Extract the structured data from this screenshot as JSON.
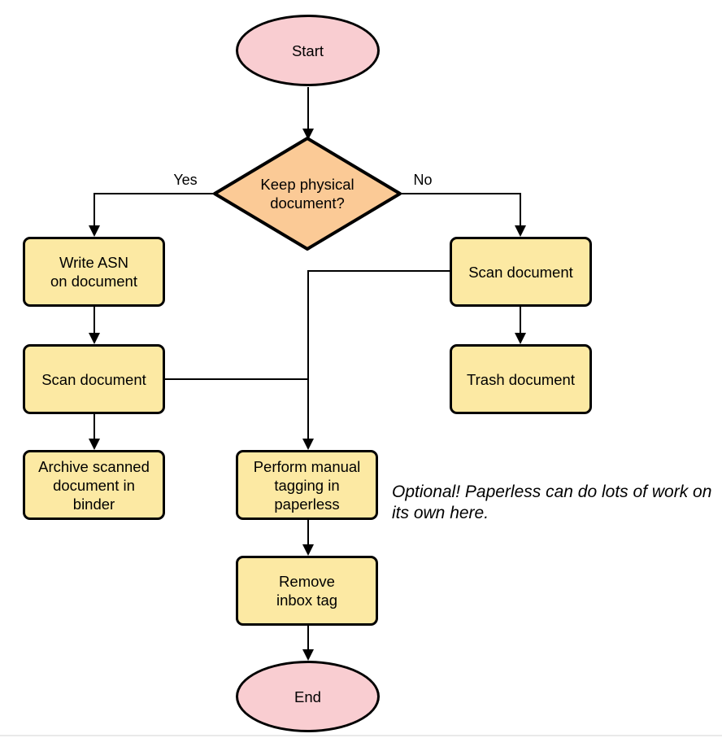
{
  "diagram": {
    "nodes": {
      "start": {
        "label": "Start"
      },
      "decision": {
        "line1": "Keep physical",
        "line2": "document?"
      },
      "write_asn": {
        "line1": "Write ASN",
        "line2": "on document"
      },
      "scan_left": {
        "label": "Scan document"
      },
      "archive": {
        "line1": "Archive scanned",
        "line2": "document in",
        "line3": "binder"
      },
      "scan_right": {
        "label": "Scan document"
      },
      "trash": {
        "label": "Trash document"
      },
      "tagging": {
        "line1": "Perform manual",
        "line2": "tagging in",
        "line3": "paperless"
      },
      "remove_inbox": {
        "line1": "Remove",
        "line2": "inbox tag"
      },
      "end": {
        "label": "End"
      }
    },
    "edge_labels": {
      "yes": "Yes",
      "no": "No"
    },
    "note": {
      "line1": "Optional! Paperless can do lots of work on",
      "line2": "its own here."
    },
    "colors": {
      "terminal_fill": "#f9cdd1",
      "decision_fill": "#fbca96",
      "process_fill": "#fce9a3",
      "stroke": "#000000",
      "background": "#ffffff"
    }
  }
}
